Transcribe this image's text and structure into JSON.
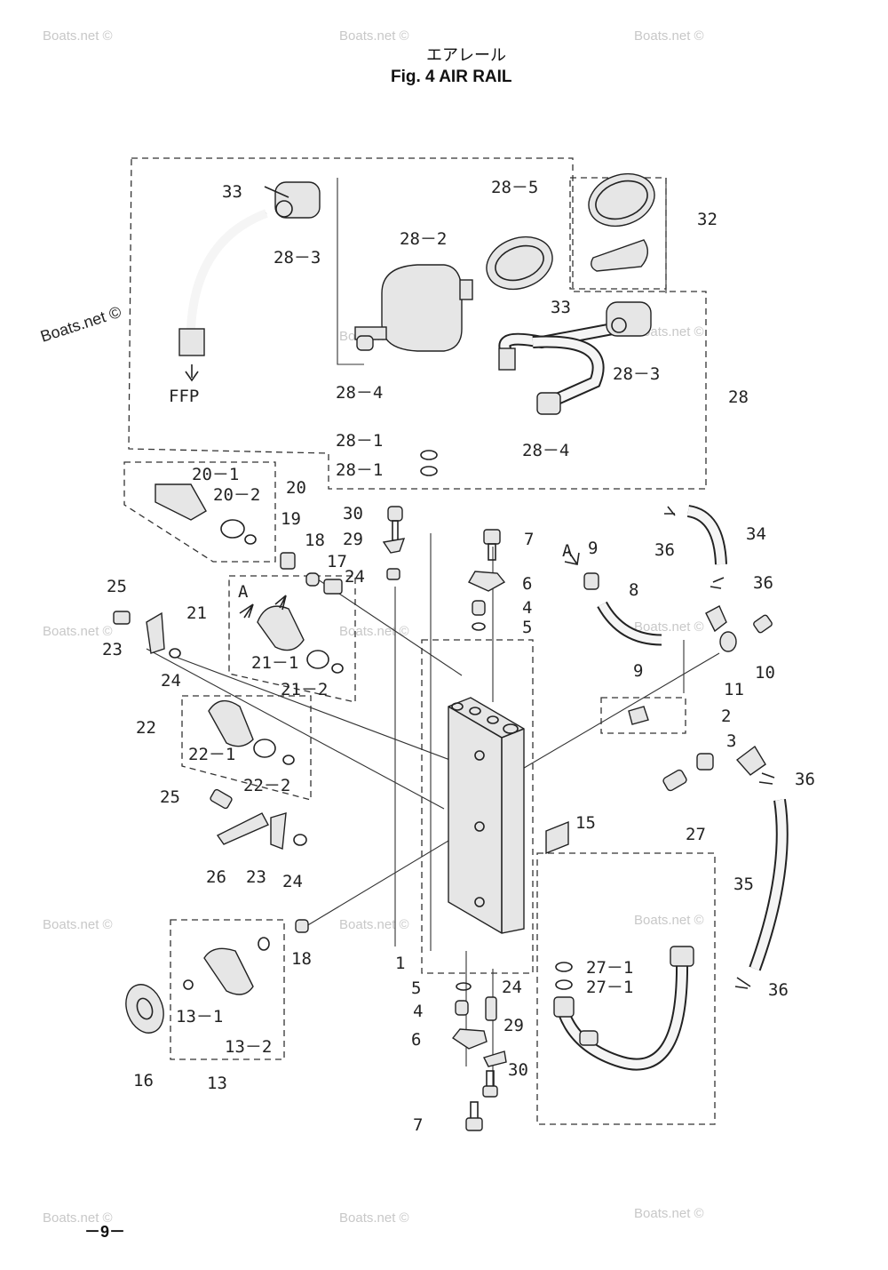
{
  "title": {
    "japanese": "エアレール",
    "english": "Fig. 4    AIR RAIL"
  },
  "page_number": "－9－",
  "watermark": {
    "text": "Boats.net ©",
    "prominent_text": "Boats.net ©"
  },
  "annotations": {
    "ffp_label": "FFP",
    "arrow_a": "A"
  },
  "part_labels": [
    "33",
    "28－3",
    "28－2",
    "28－5",
    "32",
    "33",
    "28－3",
    "28－4",
    "28－4",
    "28",
    "28－1",
    "28－1",
    "20－1",
    "20－2",
    "20",
    "19",
    "18",
    "17",
    "30",
    "29",
    "24",
    "7",
    "6",
    "4",
    "5",
    "9",
    "8",
    "36",
    "34",
    "36",
    "25",
    "23",
    "24",
    "21",
    "21－1",
    "21－2",
    "22",
    "22－1",
    "22－2",
    "10",
    "11",
    "9",
    "2",
    "3",
    "36",
    "25",
    "26",
    "23",
    "24",
    "15",
    "27",
    "35",
    "18",
    "1",
    "5",
    "4",
    "6",
    "24",
    "27－1",
    "27－1",
    "29",
    "30",
    "7",
    "13－1",
    "13－2",
    "13",
    "16",
    "36"
  ],
  "colors": {
    "line": "#222222",
    "fill": "#e6e6e6",
    "watermark": "#c8c8c8"
  }
}
